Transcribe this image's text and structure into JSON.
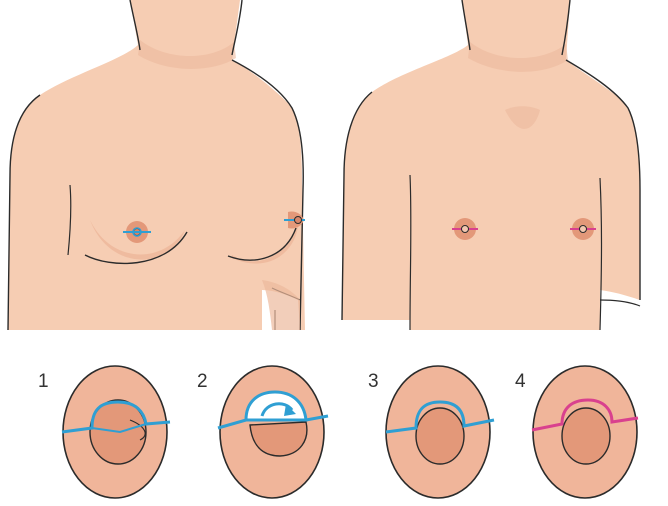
{
  "colors": {
    "skin": "#F6CDB3",
    "skin_shadow": "#E8AE90",
    "areola": "#E39879",
    "areola_dark": "#D7866A",
    "outline": "#2B2B2B",
    "incision_blue": "#2F9FD3",
    "incision_pink": "#D9418E",
    "background": "#FFFFFF"
  },
  "top_figures": [
    {
      "name": "before-torso",
      "description_icon": "female-chest-icon"
    },
    {
      "name": "after-torso",
      "description_icon": "male-chest-icon"
    }
  ],
  "steps": [
    {
      "label": "1",
      "incision": "blue"
    },
    {
      "label": "2",
      "incision": "blue"
    },
    {
      "label": "3",
      "incision": "blue"
    },
    {
      "label": "4",
      "incision": "pink"
    }
  ]
}
